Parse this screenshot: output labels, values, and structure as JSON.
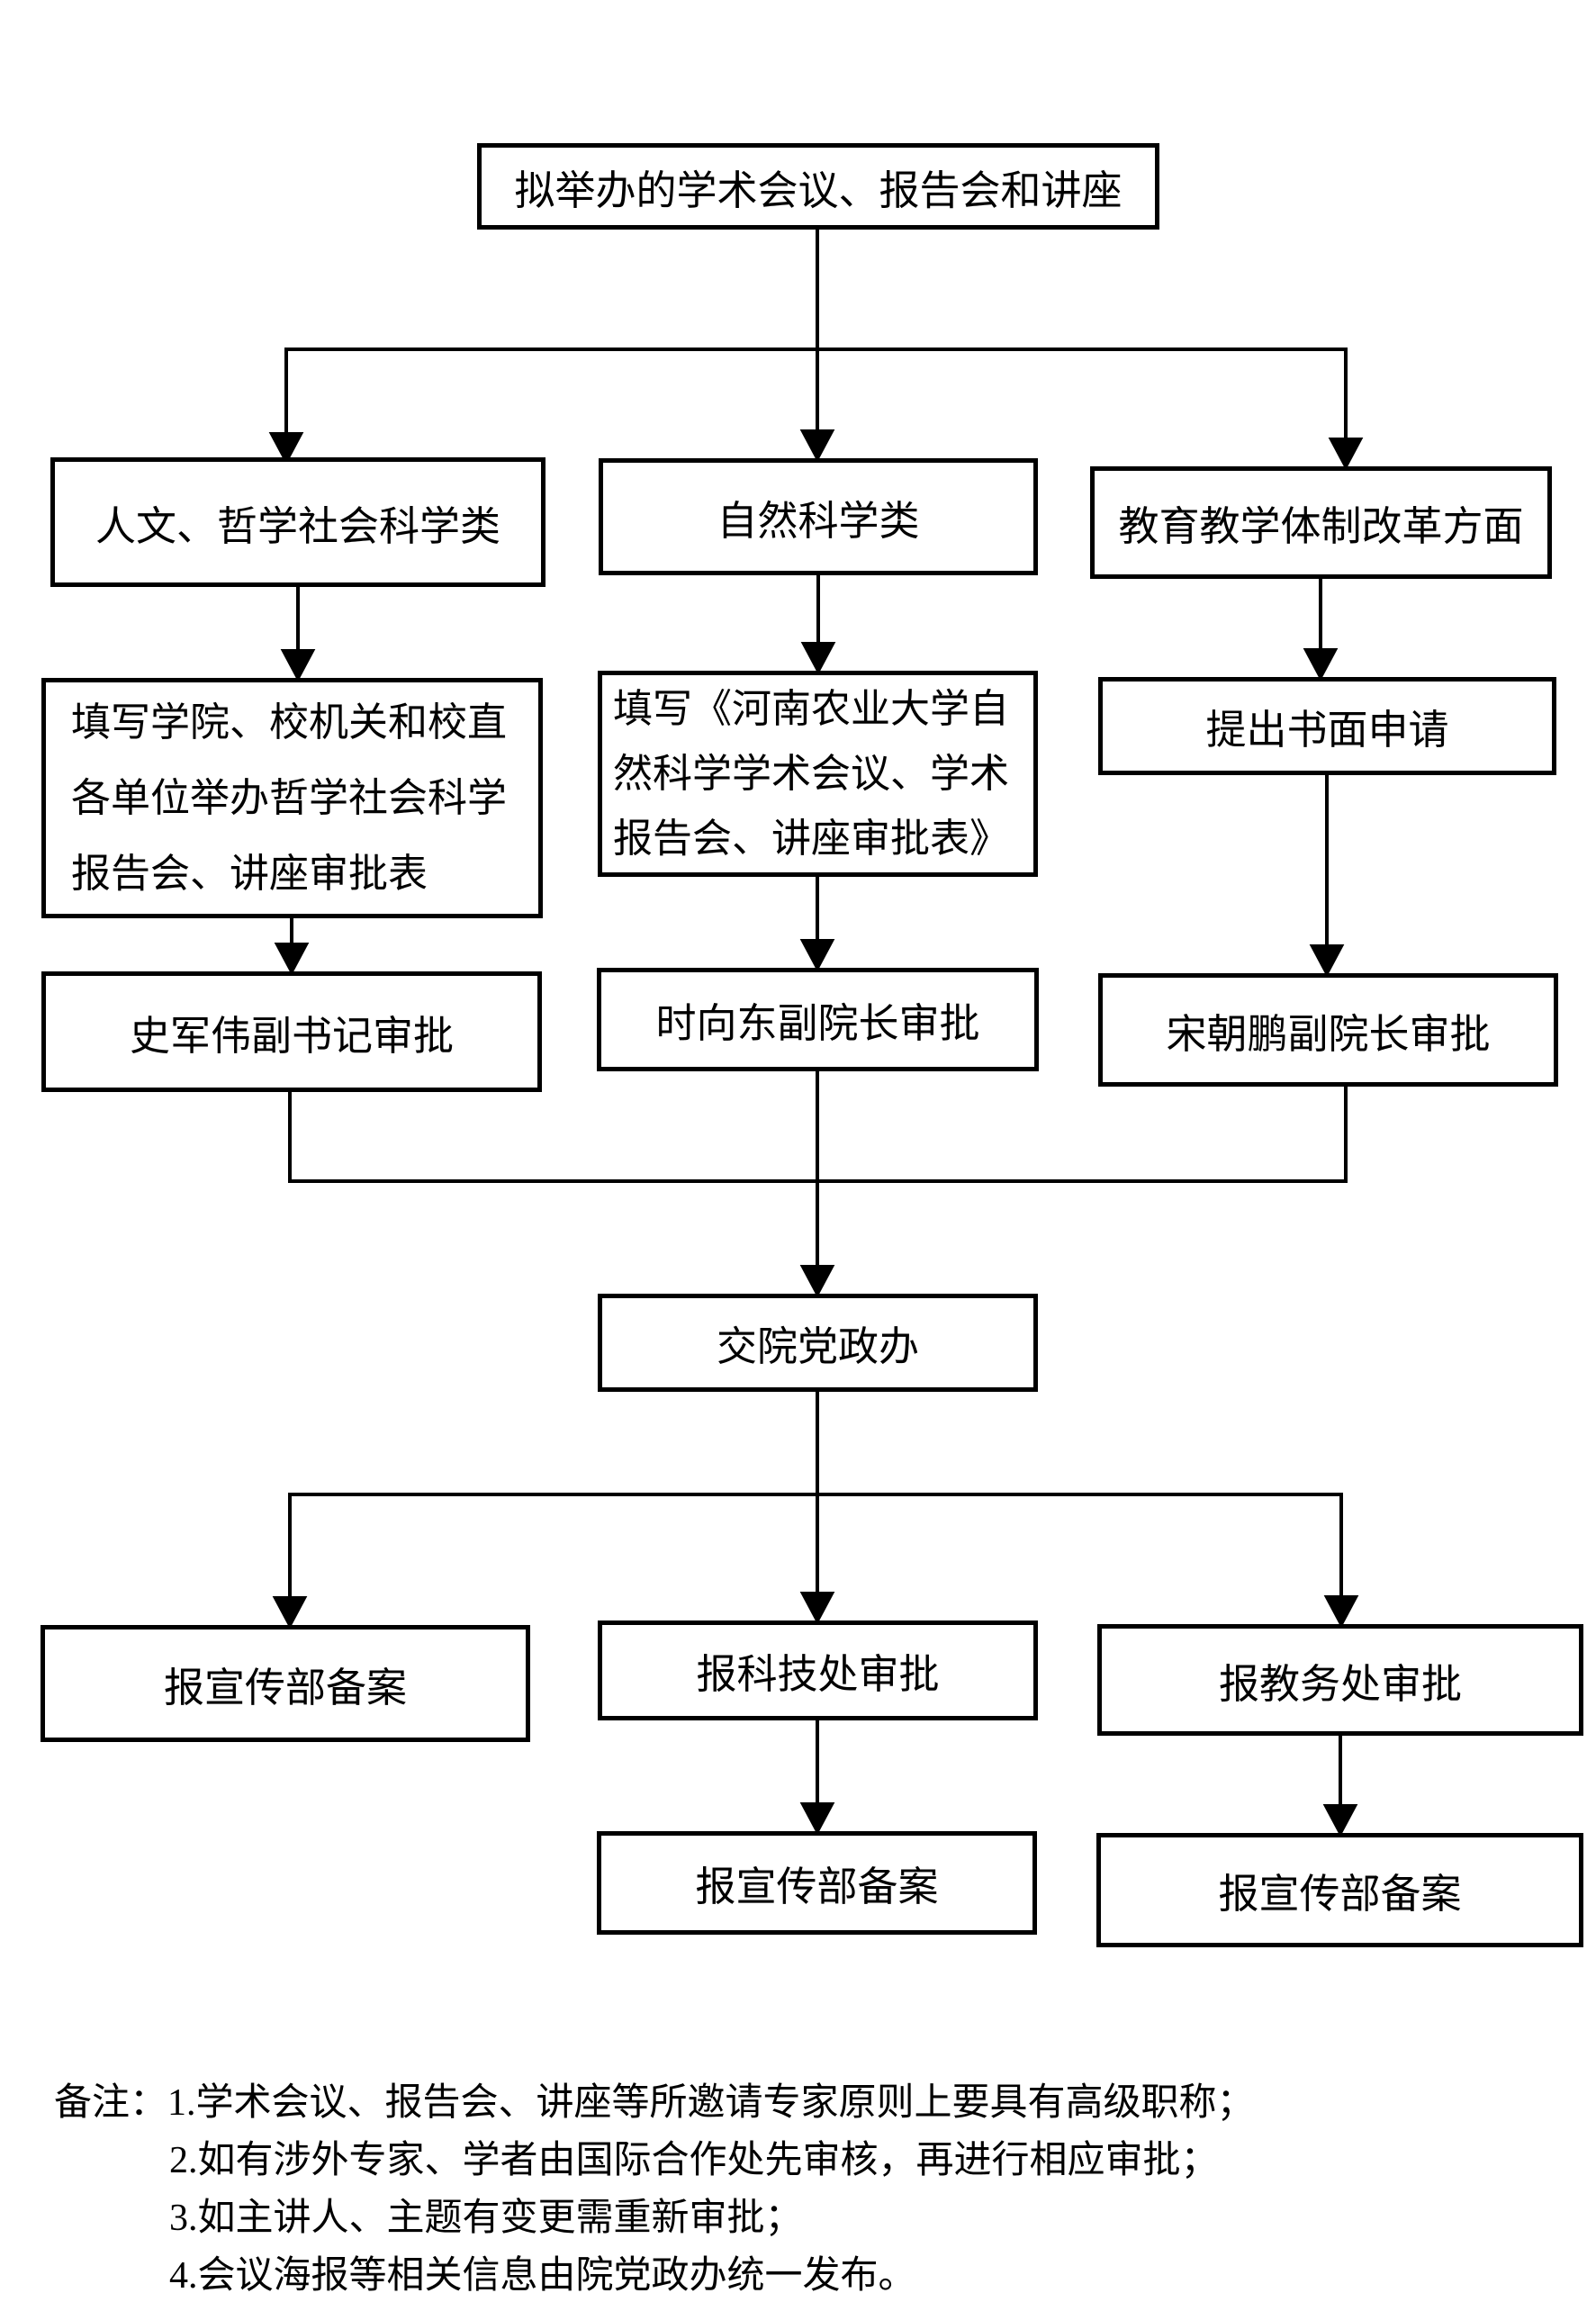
{
  "colors": {
    "line": "#000000",
    "background": "#ffffff"
  },
  "flow": {
    "root": "拟举办的学术会议、报告会和讲座",
    "branch_humanities": "人文、哲学社会科学类",
    "branch_natural": "自然科学类",
    "branch_education": "教育教学体制改革方面",
    "humanities_form_lines": [
      "填写学院、校机关和校直",
      "各单位举办哲学社会科学",
      "报告会、讲座审批表"
    ],
    "natural_form_lines": [
      "填写《河南农业大学自",
      "然科学学术会议、学术",
      "报告会、讲座审批表》"
    ],
    "education_apply": "提出书面申请",
    "approve_humanities": "史军伟副书记审批",
    "approve_natural": "时向东副院长审批",
    "approve_education": "宋朝鹏副院长审批",
    "office": "交院党政办",
    "file_propaganda_left": "报宣传部备案",
    "approve_scitech": "报科技处审批",
    "approve_academic": "报教务处审批",
    "file_propaganda_mid": "报宣传部备案",
    "file_propaganda_right": "报宣传部备案"
  },
  "notes": {
    "prefix": "备注：",
    "items": [
      "1.学术会议、报告会、讲座等所邀请专家原则上要具有高级职称；",
      "2.如有涉外专家、学者由国际合作处先审核，再进行相应审批；",
      "3.如主讲人、主题有变更需重新审批；",
      "4.会议海报等相关信息由院党政办统一发布。"
    ]
  }
}
